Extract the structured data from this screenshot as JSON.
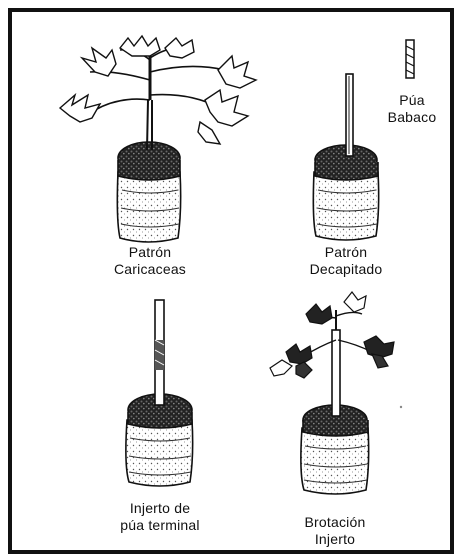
{
  "panels": [
    {
      "id": "patron-caricaceas",
      "line1": "Patrón",
      "line2": "Caricaceas"
    },
    {
      "id": "patron-decapitado",
      "line1": "Patrón",
      "line2": "Decapitado"
    },
    {
      "id": "pua-babaco",
      "line1": "Púa",
      "line2": "Babaco"
    },
    {
      "id": "injerto-pua",
      "line1": "Injerto de",
      "line2": "púa terminal"
    },
    {
      "id": "brotacion",
      "line1": "Brotación",
      "line2": "Injerto"
    }
  ],
  "colors": {
    "ink": "#111111",
    "paper": "#ffffff",
    "soil": "#2a2a2a"
  }
}
